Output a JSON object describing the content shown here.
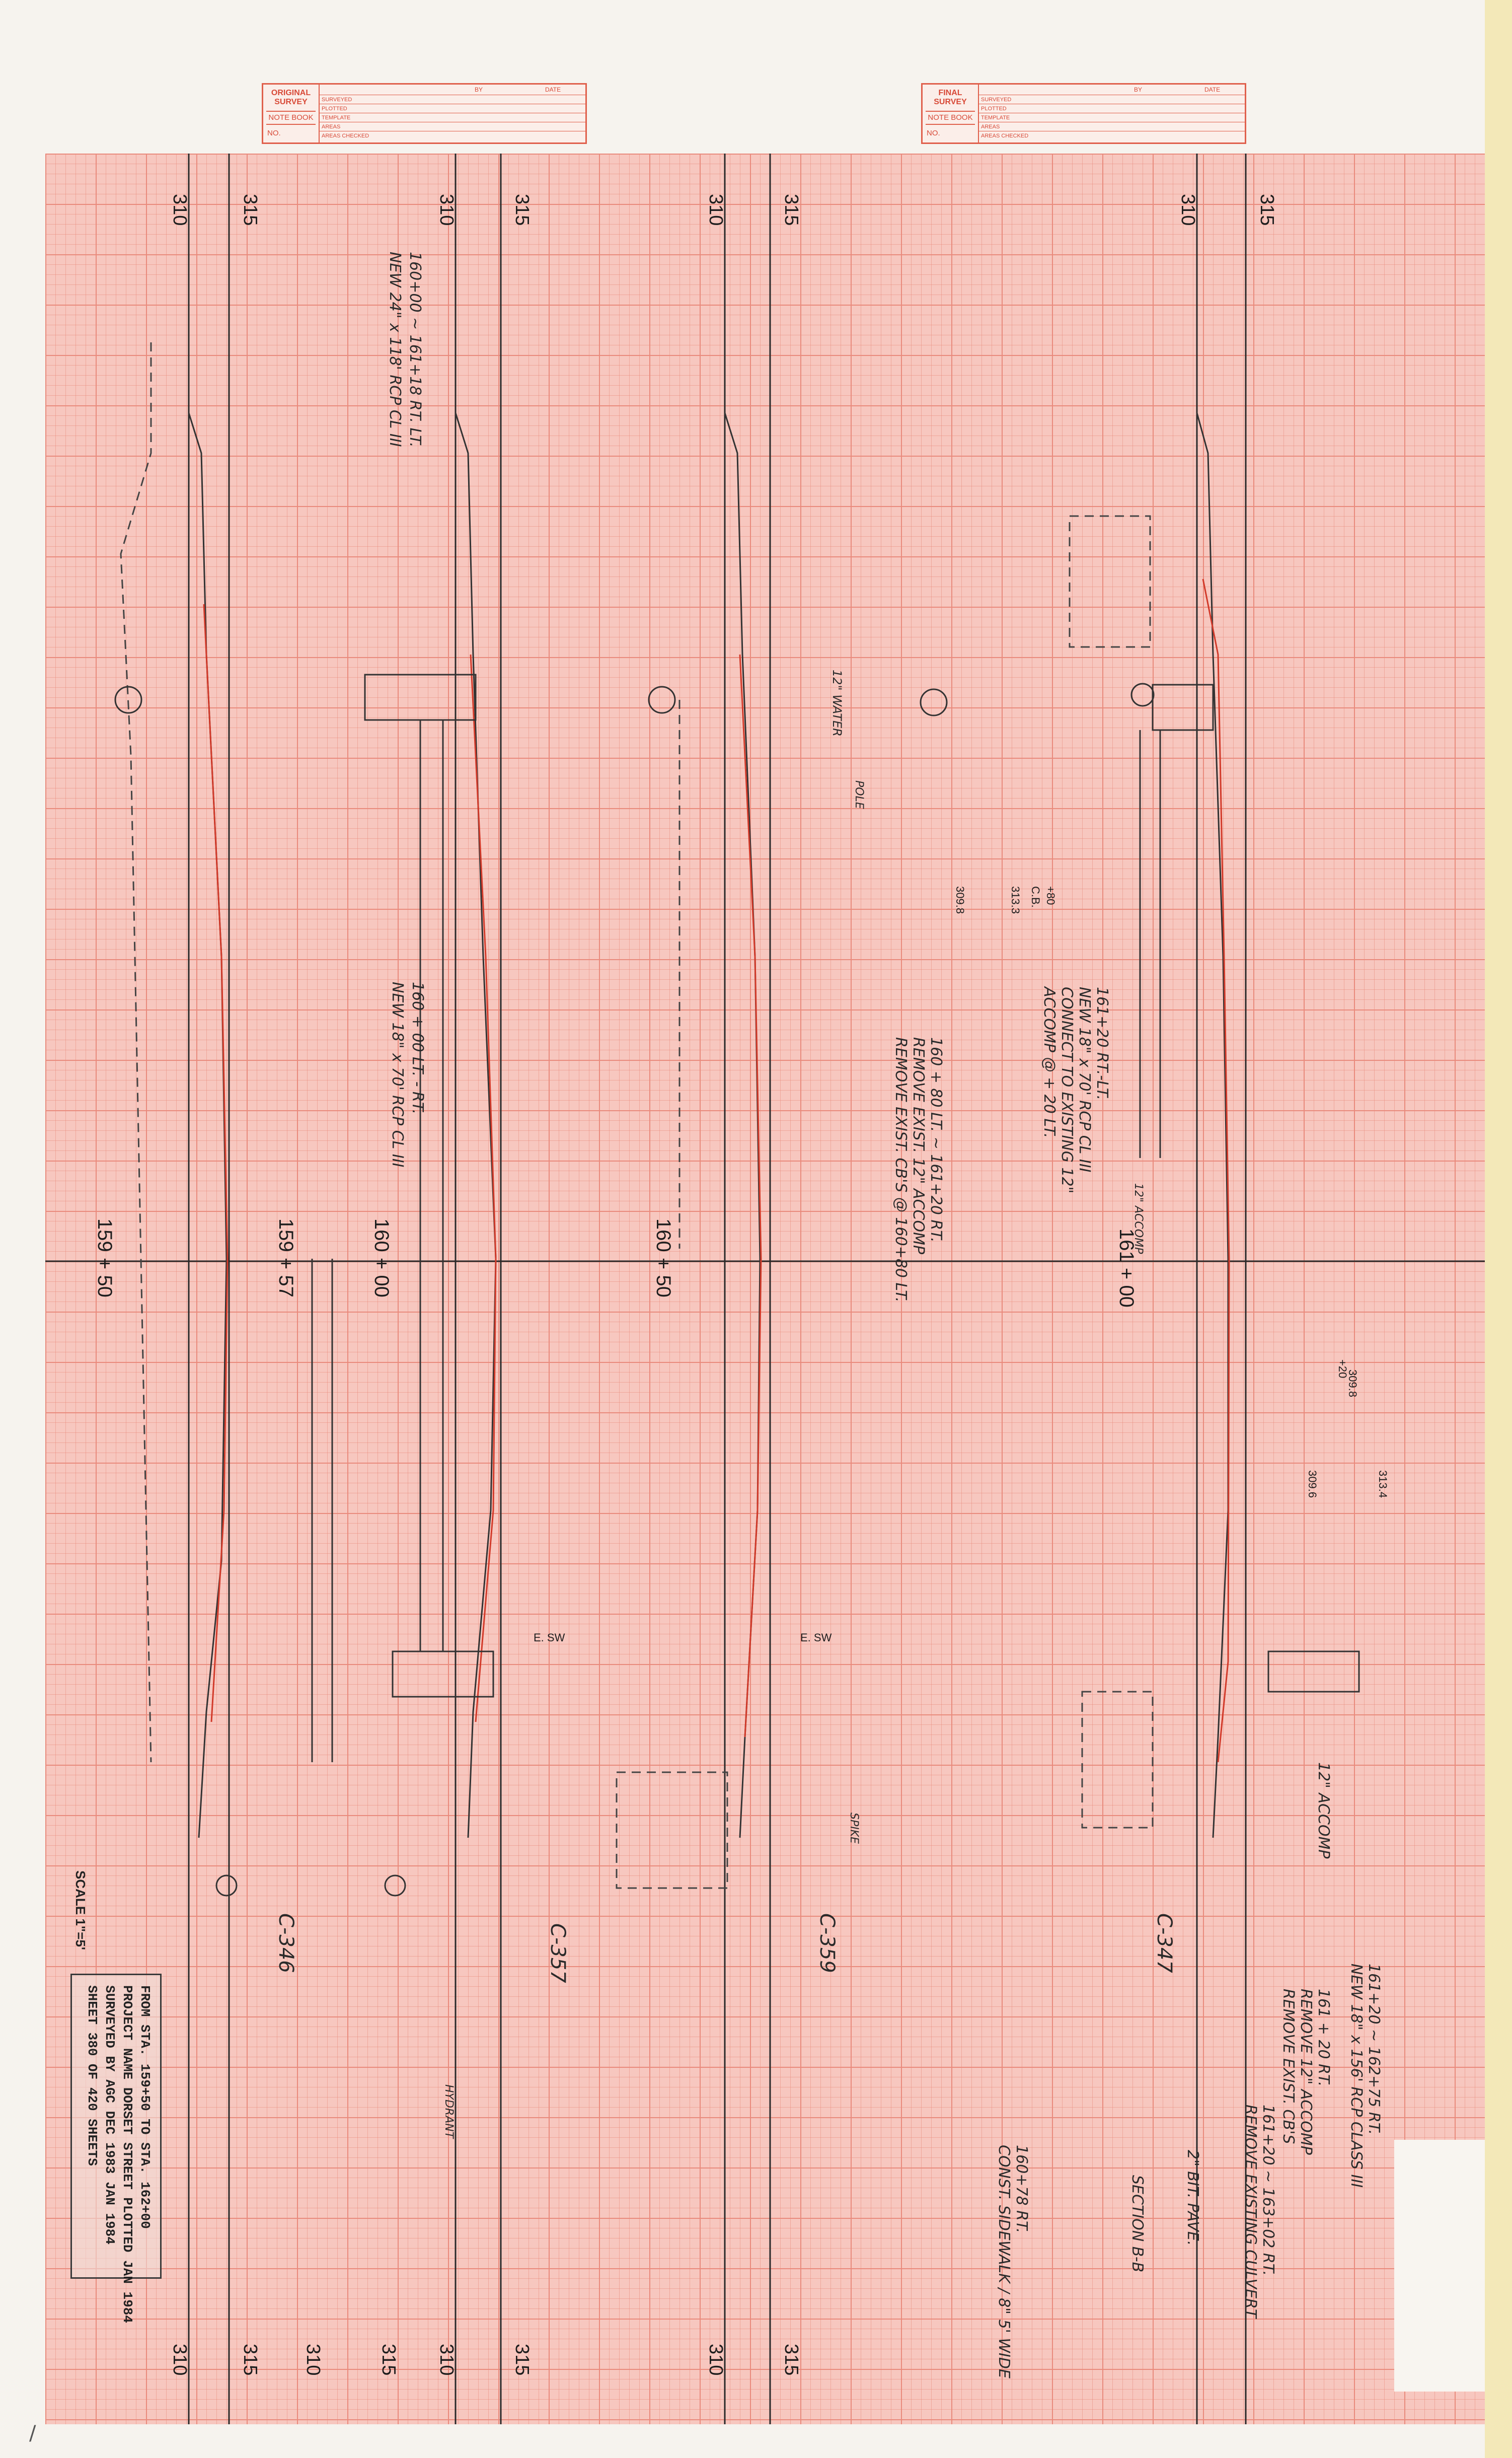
{
  "survey_boxes": [
    {
      "title_line1": "ORIGINAL",
      "title_line2": "SURVEY",
      "notebook_label": "NOTE BOOK",
      "no_label": "NO.",
      "by_label": "BY",
      "date_label": "DATE",
      "rows": [
        "SURVEYED",
        "PLOTTED",
        "TEMPLATE",
        "AREAS",
        "AREAS CHECKED"
      ]
    },
    {
      "title_line1": "FINAL",
      "title_line2": "SURVEY",
      "notebook_label": "NOTE BOOK",
      "no_label": "NO.",
      "by_label": "BY",
      "date_label": "DATE",
      "rows": [
        "SURVEYED",
        "PLOTTED",
        "TEMPLATE",
        "AREAS",
        "AREAS CHECKED"
      ]
    }
  ],
  "section_elevations": {
    "top": [
      "310",
      "315",
      "310",
      "315",
      "310",
      "315",
      "310",
      "315"
    ],
    "bottom": [
      "310",
      "315",
      "310",
      "315",
      "310",
      "315",
      "310",
      "315"
    ]
  },
  "stations": [
    "159 + 50",
    "159 + 57",
    "160 + 00",
    "160 + 50",
    "161 + 00"
  ],
  "cross_section_ids": [
    "C-346",
    "C-357",
    "C-359",
    "C-347"
  ],
  "notes": {
    "pipe_161_new24": "160+00 ~ 161+18 RT. LT.",
    "pipe_161_new24_b": "NEW 24\" x 118' RCP CL III",
    "pipe_160_new18": "160 + 00 LT. - RT.",
    "pipe_160_new18_b": "NEW 18\" x 70' RCP CL III",
    "rem_160_80": "160 + 80 LT. ~ 161+20 RT.",
    "rem_160_80_b": "REMOVE EXIST. 12\" ACCOMP",
    "rem_160_80_c": "REMOVE EXIST. CB'S @ 160+80 LT.",
    "new_161_20": "161+20 RT.-LT.",
    "new_161_20_b": "NEW 18\" x 70' RCP CL III",
    "new_161_20_c": "CONNECT TO EXISTING 12\"",
    "new_161_20_d": "ACCOMP @ + 20 LT.",
    "right_1": "161+20 ~ 162+75 RT.",
    "right_2": "NEW 18\" x 156' RCP CLASS III",
    "right_3": "161 + 20 RT.",
    "right_4": "REMOVE 12\" ACCOMP",
    "right_5": "REMOVE EXIST. CB'S",
    "right_6": "161+20 ~ 163+02 RT.",
    "right_7": "REMOVE EXISTING CULVERT",
    "sidewalk_1": "160+78 RT.",
    "sidewalk_2": "CONST. SIDEWALK / 8\" 5' WIDE",
    "bit_pave": "2\" BIT. PAVE.",
    "section_bb": "SECTION B-B",
    "accomp_12": "12\" ACCOMP",
    "accomp_12b": "12\" ACCOMP",
    "cb_label": "C.B.",
    "cb_elev": "309.8",
    "elev_313_3": "313.3",
    "elev_309_8": "309.8",
    "elev_313_4": "313.4",
    "elev_309_6": "309.6",
    "plus_80": "+80",
    "plus_20": "+20",
    "e_sw": "E. SW",
    "water": "12\" WATER",
    "hydrant": "HYDRANT",
    "pole": "POLE",
    "spike": "SPIKE"
  },
  "title_block": {
    "line1": "FROM STA. 159+50 TO STA. 162+00",
    "line2": "PROJECT NAME DORSET STREET PLOTTED JAN 1984",
    "line3": "SURVEYED BY AGC DEC 1983 JAN 1984",
    "line4": "SHEET 380 OF 420 SHEETS",
    "scale": "SCALE 1\"=5'"
  },
  "footer_mark": "/"
}
